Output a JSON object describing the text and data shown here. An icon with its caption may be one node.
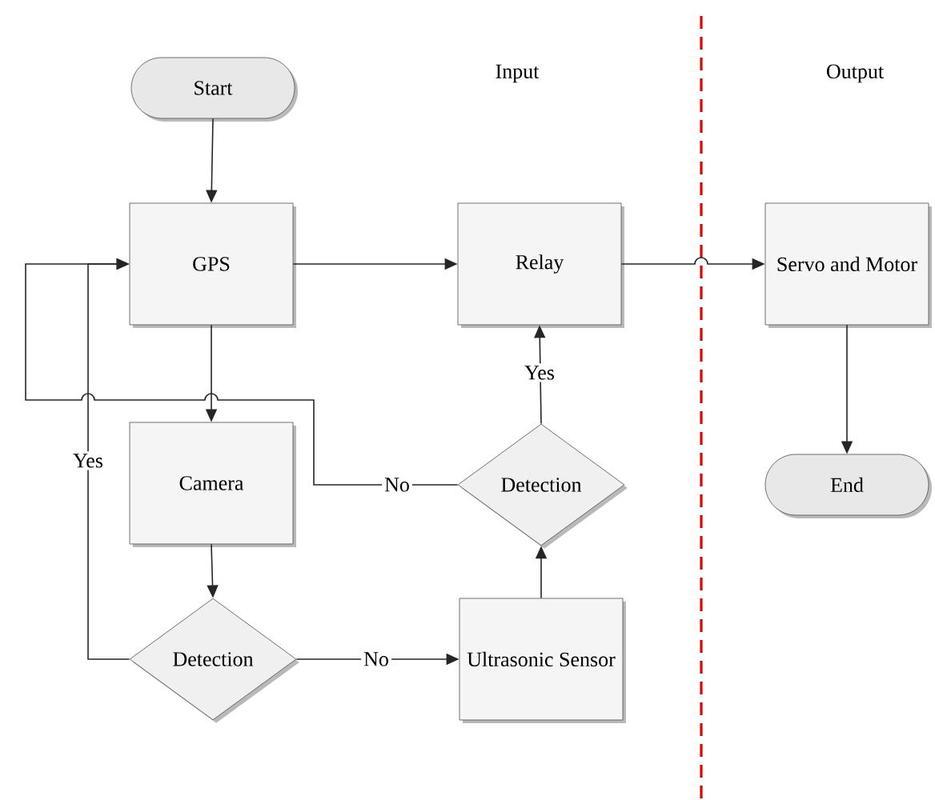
{
  "diagram": {
    "nodes": [
      {
        "text": [
          "Start"
        ]
      },
      {
        "text": [
          "GPS"
        ]
      },
      {
        "text": [
          "Relay"
        ]
      },
      {
        "text": [
          "Servo and Motor"
        ]
      },
      {
        "text": [
          "End"
        ]
      },
      {
        "text": [
          "Camera"
        ]
      },
      {
        "text": [
          "Detection"
        ]
      },
      {
        "text": [
          "Ultrasonic Sensor"
        ]
      },
      {
        "text": [
          "Detection"
        ]
      }
    ],
    "edges": [
      {
        "from": 0,
        "to": 1,
        "arrow": "to"
      },
      {
        "from": 1,
        "to": 2,
        "arrow": "to"
      },
      {
        "from": 2,
        "to": 3,
        "arrow": "to"
      },
      {
        "from": 3,
        "to": 4,
        "arrow": "to"
      },
      {
        "from": 1,
        "to": 5,
        "arrow": "to"
      },
      {
        "from": 5,
        "to": 6,
        "arrow": "to"
      },
      {
        "from": 6,
        "to": 1,
        "arrow": "to",
        "label": "Yes"
      },
      {
        "from": 6,
        "to": 7,
        "arrow": "to",
        "label": "No"
      },
      {
        "from": 7,
        "to": 8,
        "arrow": "to"
      },
      {
        "from": 8,
        "to": 2,
        "arrow": "to",
        "label": "Yes"
      },
      {
        "from": 8,
        "to": 1,
        "arrow": "to",
        "label": "No"
      }
    ],
    "labels": [
      "Input",
      "Output"
    ]
  }
}
